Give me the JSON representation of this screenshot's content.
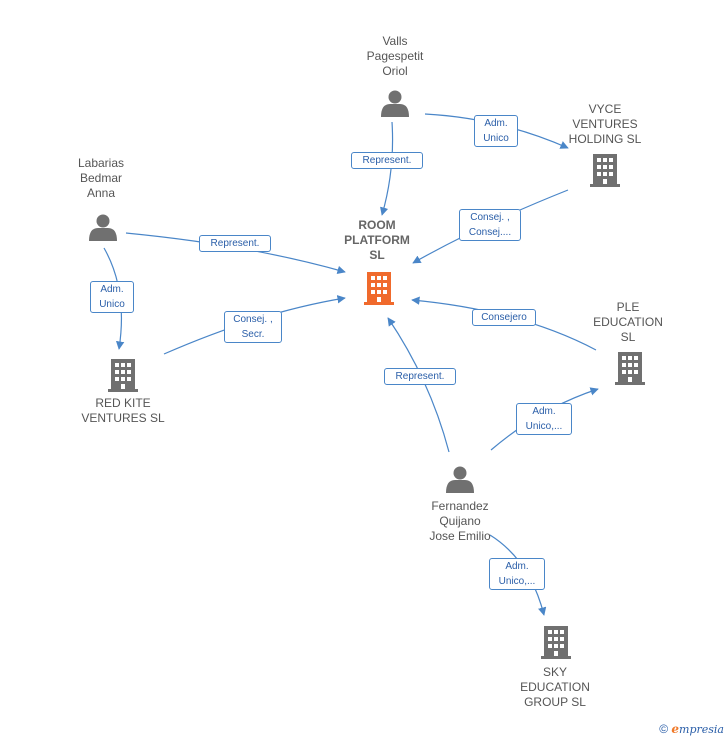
{
  "nodes": {
    "center": "ROOM\nPLATFORM\nSL",
    "valls": "Valls\nPagespetit\nOriol",
    "labarias": "Labarias\nBedmar\nAnna",
    "vyce": "VYCE\nVENTURES\nHOLDING  SL",
    "redkite": "RED KITE\nVENTURES  SL",
    "ple": "PLE\nEDUCATION\nSL",
    "fernandez": "Fernandez\nQuijano\nJose Emilio",
    "sky": "SKY\nEDUCATION\nGROUP  SL"
  },
  "edges": {
    "valls_represent": "Represent.",
    "valls_vyce": "Adm.\nUnico",
    "vyce_consej": "Consej. ,\nConsej....",
    "labarias_represent": "Represent.",
    "labarias_adm": "Adm.\nUnico",
    "redkite_consej": "Consej. ,\nSecr.",
    "ple_consejero": "Consejero",
    "fernandez_represent": "Represent.",
    "fernandez_ple": "Adm.\nUnico,...",
    "fernandez_sky": "Adm.\nUnico,..."
  },
  "brand": {
    "copyright": "©",
    "e": "e",
    "rest": "mpresia"
  },
  "colors": {
    "edge": "#4a86c8",
    "icon": "#707070",
    "center_icon": "#f06a2c"
  }
}
